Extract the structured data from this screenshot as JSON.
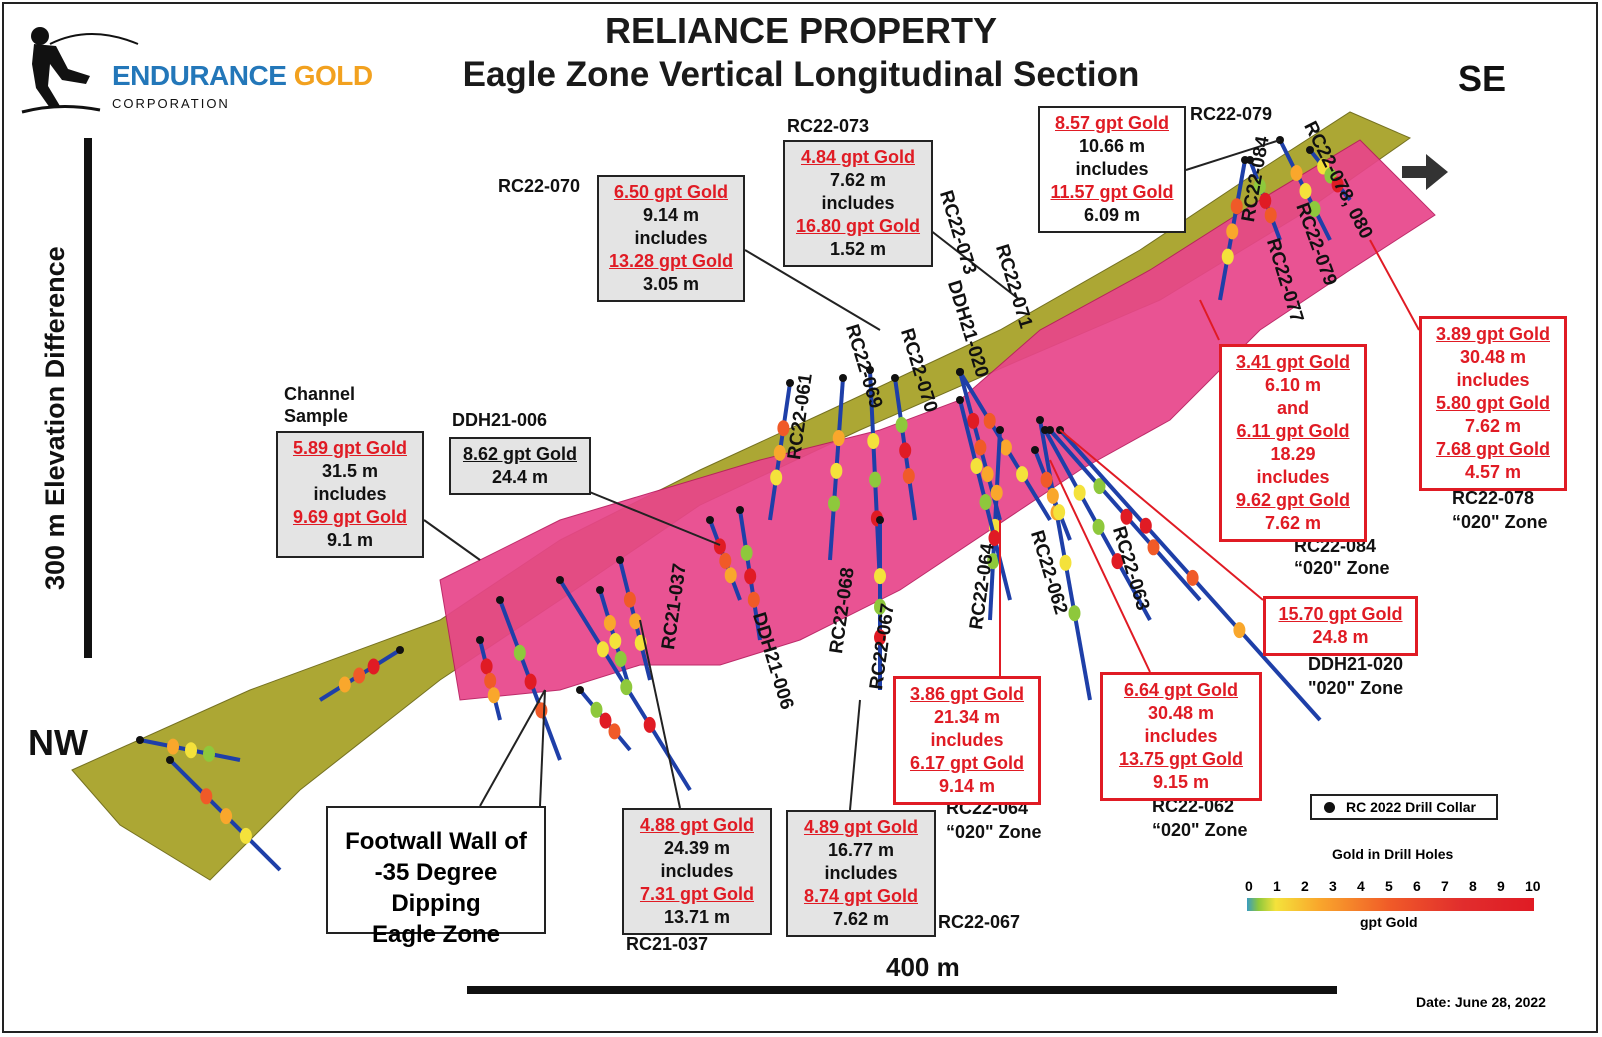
{
  "titles": {
    "line1": "RELIANCE PROPERTY",
    "line2": "Eagle Zone Vertical Longitudinal Section"
  },
  "logo": {
    "name_part1": "ENDURANCE",
    "name_part2": "GOLD",
    "subtitle": "CORPORATION",
    "brand_blue": "#2377b9",
    "brand_gold": "#f2a11f"
  },
  "directions": {
    "nw": "NW",
    "se": "SE"
  },
  "scale": {
    "vertical_label": "300 m Elevation Difference",
    "horizontal_label": "400 m"
  },
  "hole_labels": [
    "RC22-073",
    "RC22-070",
    "RC22-079",
    "RC22-078, 080",
    "RC22-084",
    "RC22-077",
    "RC22-073",
    "RC22-071",
    "DDH21-020",
    "RC22-069",
    "RC22-070",
    "RC22-061",
    "RC21-037",
    "DDH21-006",
    "RC22-068",
    "RC22-067",
    "RC22-064",
    "RC22-062",
    "RC22-063",
    "RC22-079"
  ],
  "callouts": {
    "rc22_070": [
      "6.50 gpt Gold",
      "9.14 m",
      "includes",
      "13.28 gpt Gold",
      "3.05 m"
    ],
    "rc22_073": [
      "4.84 gpt Gold",
      "7.62 m",
      "includes",
      "16.80 gpt Gold",
      "1.52 m"
    ],
    "rc22_079": [
      "8.57 gpt Gold",
      "10.66 m",
      "includes",
      "11.57 gpt Gold",
      "6.09 m"
    ],
    "channel": [
      "5.89 gpt Gold",
      "31.5 m",
      "includes",
      "9.69 gpt Gold",
      "9.1 m"
    ],
    "ddh21_006": [
      "8.62 gpt Gold",
      "24.4 m"
    ],
    "rc22_084": [
      "3.41 gpt Gold",
      "6.10 m",
      "and",
      "6.11 gpt Gold",
      "18.29",
      "includes",
      "9.62 gpt Gold",
      "7.62 m"
    ],
    "rc22_078": [
      "3.89 gpt Gold",
      "30.48 m",
      "includes",
      "5.80 gpt Gold",
      "7.62 m",
      "7.68 gpt Gold",
      "4.57 m"
    ],
    "ddh21_020": [
      "15.70 gpt Gold",
      "24.8 m"
    ],
    "rc22_064": [
      "3.86 gpt Gold",
      "21.34 m",
      "includes",
      "6.17 gpt Gold",
      "9.14 m"
    ],
    "rc22_062": [
      "6.64 gpt Gold",
      "30.48 m",
      "includes",
      "13.75 gpt Gold",
      "9.15 m"
    ],
    "rc21_037": [
      "4.88 gpt Gold",
      "24.39 m",
      "includes",
      "7.31 gpt Gold",
      "13.71 m"
    ],
    "rc22_067": [
      "4.89 gpt Gold",
      "16.77 m",
      "includes",
      "8.74 gpt Gold",
      "7.62 m"
    ]
  },
  "captions": {
    "channel_sample": "Channel\nSample",
    "ddh21_006": "DDH21-006",
    "rc22_070": "RC22-070",
    "rc22_073": "RC22-073",
    "rc22_079": "RC22-079",
    "rc22_078_a": "RC22-078",
    "rc22_078_b": "“020\" Zone",
    "rc22_084_a": "RC22-084",
    "rc22_084_b": "“020\" Zone",
    "ddh21_020_a": "DDH21-020",
    "ddh21_020_b": "\"020\" Zone",
    "rc22_064_a": "RC22-064",
    "rc22_064_b": "“020\" Zone",
    "rc22_062_a": "RC22-062",
    "rc22_062_b": "“020\" Zone",
    "rc21_037": "RC21-037",
    "rc22_067": "RC22-067"
  },
  "footwall_note": [
    "Footwall Wall of",
    "-35 Degree Dipping",
    "Eagle Zone"
  ],
  "legend": {
    "collar": "RC 2022 Drill Collar",
    "gradient_title": "Gold in Drill Holes",
    "gradient_units": "gpt Gold",
    "ticks": [
      "0",
      "1",
      "2",
      "3",
      "4",
      "5",
      "6",
      "7",
      "8",
      "9",
      "10"
    ]
  },
  "date": "Date: June 28, 2022",
  "colors": {
    "footwall_surface": "#a8a32a",
    "eagle_zone": "#e8458a",
    "callout_red": "#e01b24"
  }
}
